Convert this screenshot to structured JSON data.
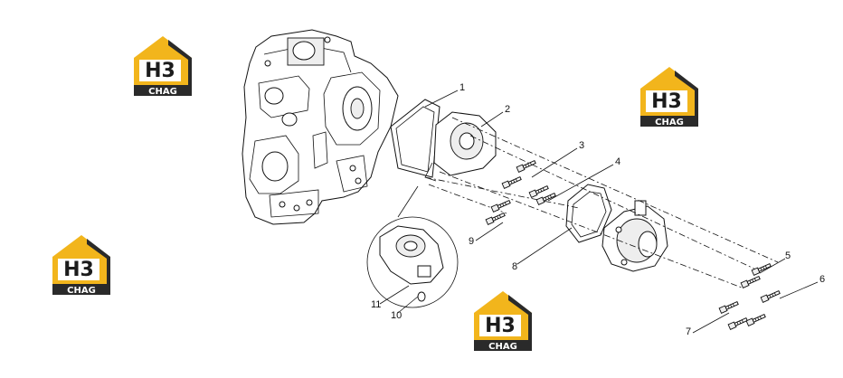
{
  "diagram": {
    "callouts": [
      "1",
      "2",
      "3",
      "4",
      "5",
      "6",
      "7",
      "8",
      "9",
      "10",
      "11"
    ]
  },
  "watermark": {
    "logo_letters": "H3",
    "logo_word": "CHAG",
    "colors": {
      "gold": "#f2b51c",
      "dark": "#2a2a2a",
      "white": "#ffffff"
    }
  }
}
